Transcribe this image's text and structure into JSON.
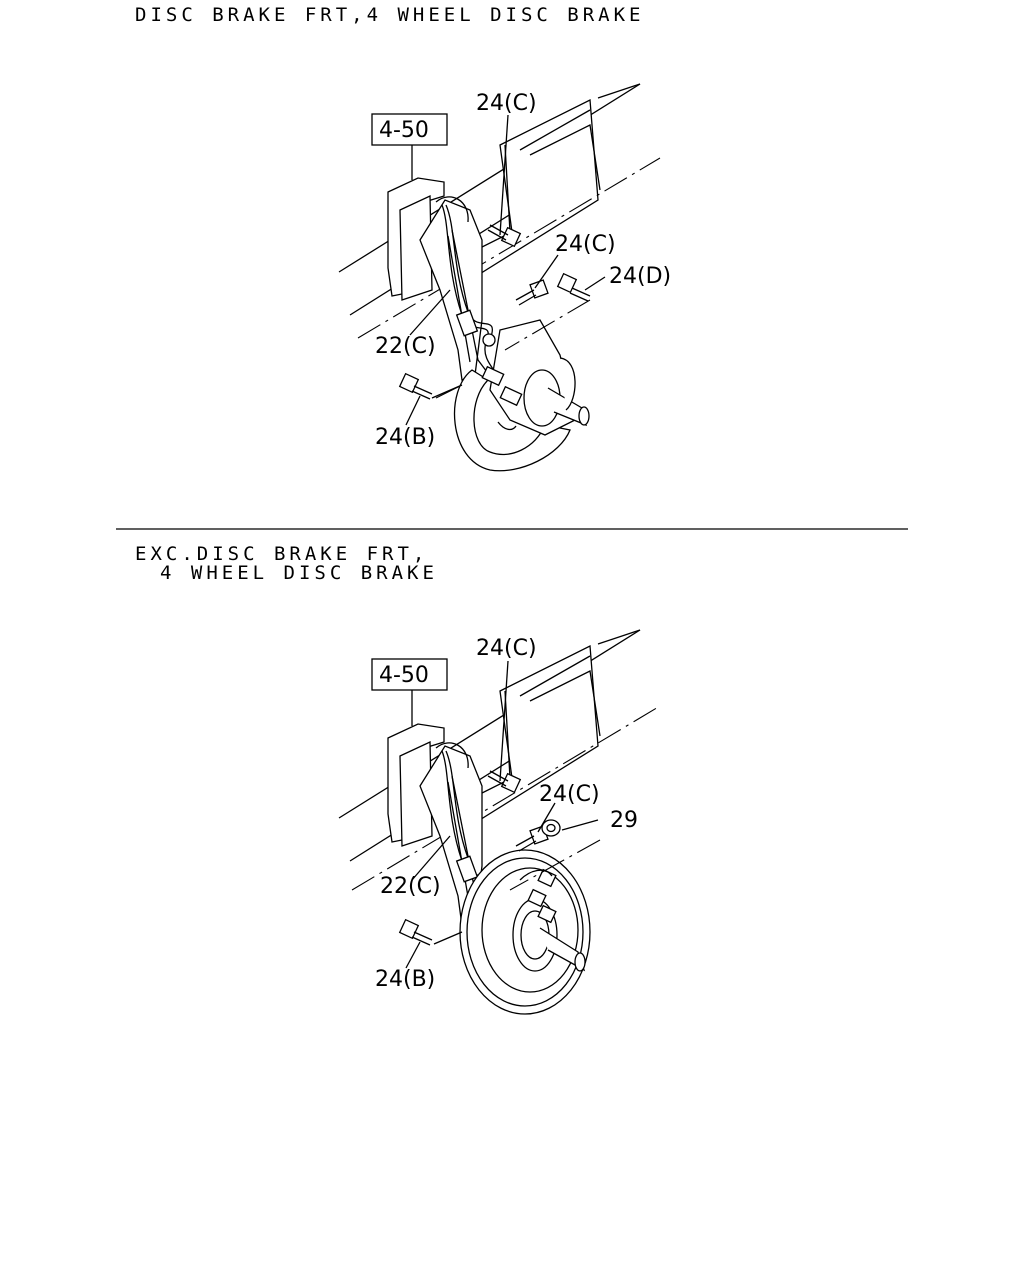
{
  "section1": {
    "title": "DISC BRAKE FRT,4 WHEEL DISC BRAKE",
    "ref_box": "4-50",
    "callouts": {
      "c24c_top": "24(C)",
      "c24c_mid": "24(C)",
      "c24d": "24(D)",
      "c22c": "22(C)",
      "c24b": "24(B)"
    }
  },
  "section2": {
    "title_line1": "EXC.DISC BRAKE FRT,",
    "title_line2": "4 WHEEL DISC BRAKE",
    "ref_box": "4-50",
    "callouts": {
      "c24c_top": "24(C)",
      "c24c_mid": "24(C)",
      "c29": "29",
      "c22c": "22(C)",
      "c24b": "24(B)"
    }
  },
  "icons": {
    "bolt": "bolt-icon",
    "nut": "nut-icon",
    "axle": "axle-illustration",
    "brake_drum": "brake-drum-illustration",
    "brake_disc": "disc-brake-illustration"
  }
}
